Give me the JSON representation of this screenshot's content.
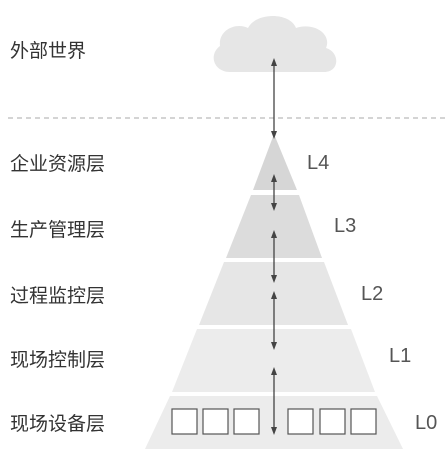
{
  "title": "",
  "colors": {
    "cloud": "#e6e6e6",
    "layer_dark": "#d6d6d6",
    "layer_mid": "#dcdcdc",
    "layer_light": "#e6e6e6",
    "layer_lightest": "#ececec",
    "arrow": "#444444",
    "dashed_line": "#aaaaaa",
    "text": "#333333"
  },
  "external": {
    "label": "外部世界",
    "icon": "cloud-icon"
  },
  "layers": [
    {
      "label": "企业资源层",
      "level": "L4"
    },
    {
      "label": "生产管理层",
      "level": "L3"
    },
    {
      "label": "过程监控层",
      "level": "L2"
    },
    {
      "label": "现场控制层",
      "level": "L1"
    },
    {
      "label": "现场设备层",
      "level": "L0"
    }
  ],
  "device_boxes": {
    "left_count": 3,
    "right_count": 3
  }
}
